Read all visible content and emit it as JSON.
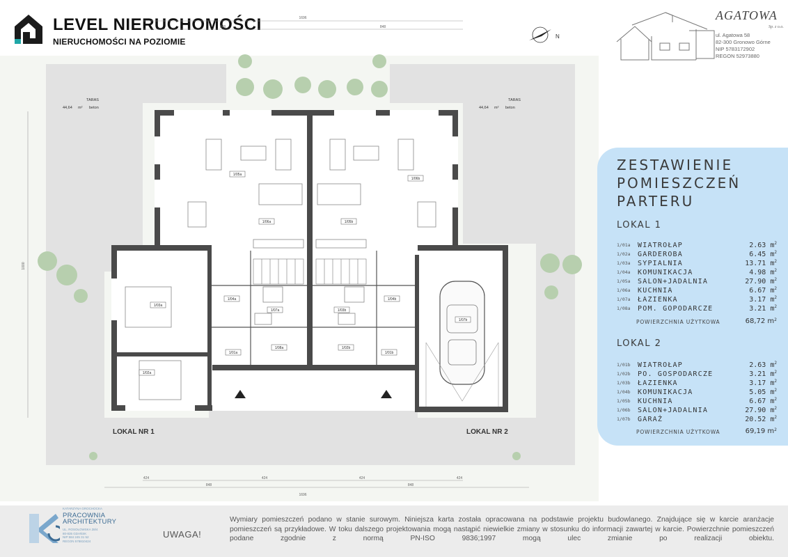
{
  "brand": {
    "title": "LEVEL NIERUCHOMOŚCI",
    "subtitle": "NIERUCHOMOŚCI NA POZIOMIE",
    "logo_icon": "house-outline-icon"
  },
  "developer": {
    "name": "AGATOWA",
    "suffix": "Sp. z o.o.",
    "address_lines": [
      "ul. Agatowa 58",
      "82-300 Gronowo Górne",
      "NIP 5783172902",
      "REGON 52973880"
    ]
  },
  "plan": {
    "label_lokal_1": "LOKAL NR 1",
    "label_lokal_2": "LOKAL NR 2",
    "taras_left": {
      "name": "TARAS",
      "area": "44,64",
      "unit": "m²",
      "material": "beton"
    },
    "taras_right": {
      "name": "TARAS",
      "area": "44,64",
      "unit": "m²",
      "material": "beton"
    },
    "dim_top_total": "1696",
    "dim_top_a": "848",
    "dim_top_b": "848",
    "dim_bottom_total": "1696",
    "dim_bottom_a": "848",
    "dim_bottom_b": "848",
    "dim_bottom_parts": [
      "424",
      "424",
      "424",
      "424"
    ],
    "dim_left": "1000",
    "compass_letter": "N",
    "room_tags": [
      "1/01a",
      "1/02a",
      "1/03a",
      "1/04a",
      "1/05a",
      "1/06a",
      "1/07a",
      "1/08a",
      "1/01b",
      "1/02b",
      "1/03b",
      "1/04b",
      "1/05b",
      "1/06b",
      "1/07b"
    ]
  },
  "summary": {
    "title_lines": [
      "ZESTAWIENIE",
      "POMIESZCZEŃ",
      "PARTERU"
    ],
    "lokal_1": {
      "heading": "LOKAL 1",
      "rooms": [
        {
          "code": "1/01a",
          "name": "WIATROŁAP",
          "area": "2.63 m",
          "sup": "2"
        },
        {
          "code": "1/02a",
          "name": "GARDEROBA",
          "area": "6.45 m",
          "sup": "2"
        },
        {
          "code": "1/03a",
          "name": "SYPIALNIA",
          "area": "13.71 m",
          "sup": "2"
        },
        {
          "code": "1/04a",
          "name": "KOMUNIKACJA",
          "area": "4.98 m",
          "sup": "2"
        },
        {
          "code": "1/05a",
          "name": "SALON+JADALNIA",
          "area": "27.90 m",
          "sup": "2"
        },
        {
          "code": "1/06a",
          "name": "KUCHNIA",
          "area": "6.67 m",
          "sup": "2"
        },
        {
          "code": "1/07a",
          "name": "ŁAZIENKA",
          "area": "3.17 m",
          "sup": "2"
        },
        {
          "code": "1/08a",
          "name": "POM. GOPODARCZE",
          "area": "3.21 m",
          "sup": "2"
        }
      ],
      "total_label": "POWIERZCHNIA UŻYTKOWA",
      "total": "68,72 m",
      "total_sup": "2"
    },
    "lokal_2": {
      "heading": "LOKAL 2",
      "rooms": [
        {
          "code": "1/01b",
          "name": "WIATROŁAP",
          "area": "2.63 m",
          "sup": "2"
        },
        {
          "code": "1/02b",
          "name": "PO. GOSPODARCZE",
          "area": "3.21 m",
          "sup": "2"
        },
        {
          "code": "1/03b",
          "name": "ŁAZIENKA",
          "area": "3.17 m",
          "sup": "2"
        },
        {
          "code": "1/04b",
          "name": "KOMUNIKACJA",
          "area": "5.05 m",
          "sup": "2"
        },
        {
          "code": "1/05b",
          "name": "KUCHNIA",
          "area": "6.67 m",
          "sup": "2"
        },
        {
          "code": "1/06b",
          "name": "SALON+JADALNIA",
          "area": "27.90 m",
          "sup": "2"
        },
        {
          "code": "1/07b",
          "name": "GARAŻ",
          "area": "20.52 m",
          "sup": "2"
        }
      ],
      "total_label": "POWIERZCHNIA UŻYTKOWA",
      "total": "69,19 m",
      "total_sup": "2"
    }
  },
  "footer": {
    "architect_small": "KATARZYNA GROCHOCKA",
    "architect_name_1": "PRACOWNIA",
    "architect_name_2": "ARCHITEKTURY",
    "architect_address_lines": [
      "UL. ROSOŁOWSKA 38/4",
      "80-835 GDAŃSK",
      "NIP 584 245 31 52",
      "REGON 578810424"
    ],
    "warning_label": "UWAGA!",
    "notice": "Wymiary pomieszczeń podano w stanie surowym. Niniejsza karta została opracowana na podstawie projektu budowlanego. Znajdujące się w karcie aranżacje pomieszczeń są przykładowe. W toku dalszego projektowania mogą nastąpić niewielkie zmiany w stosunku do informacji zawartej w karcie. Powierzchnie pomieszczeń podane zgodnie z normą PN-ISO 9836;1997 mogą ulec zmianie po realizacji obiektu."
  },
  "colors": {
    "panel_bg": "#c6e2f7",
    "wall": "#4a4a4a",
    "paving": "#e2e2e2",
    "lawn": "#f4f6f2",
    "tree": "#a9c4a0",
    "footer_bg": "#ececec",
    "architect_blue": "#3d6c94"
  }
}
